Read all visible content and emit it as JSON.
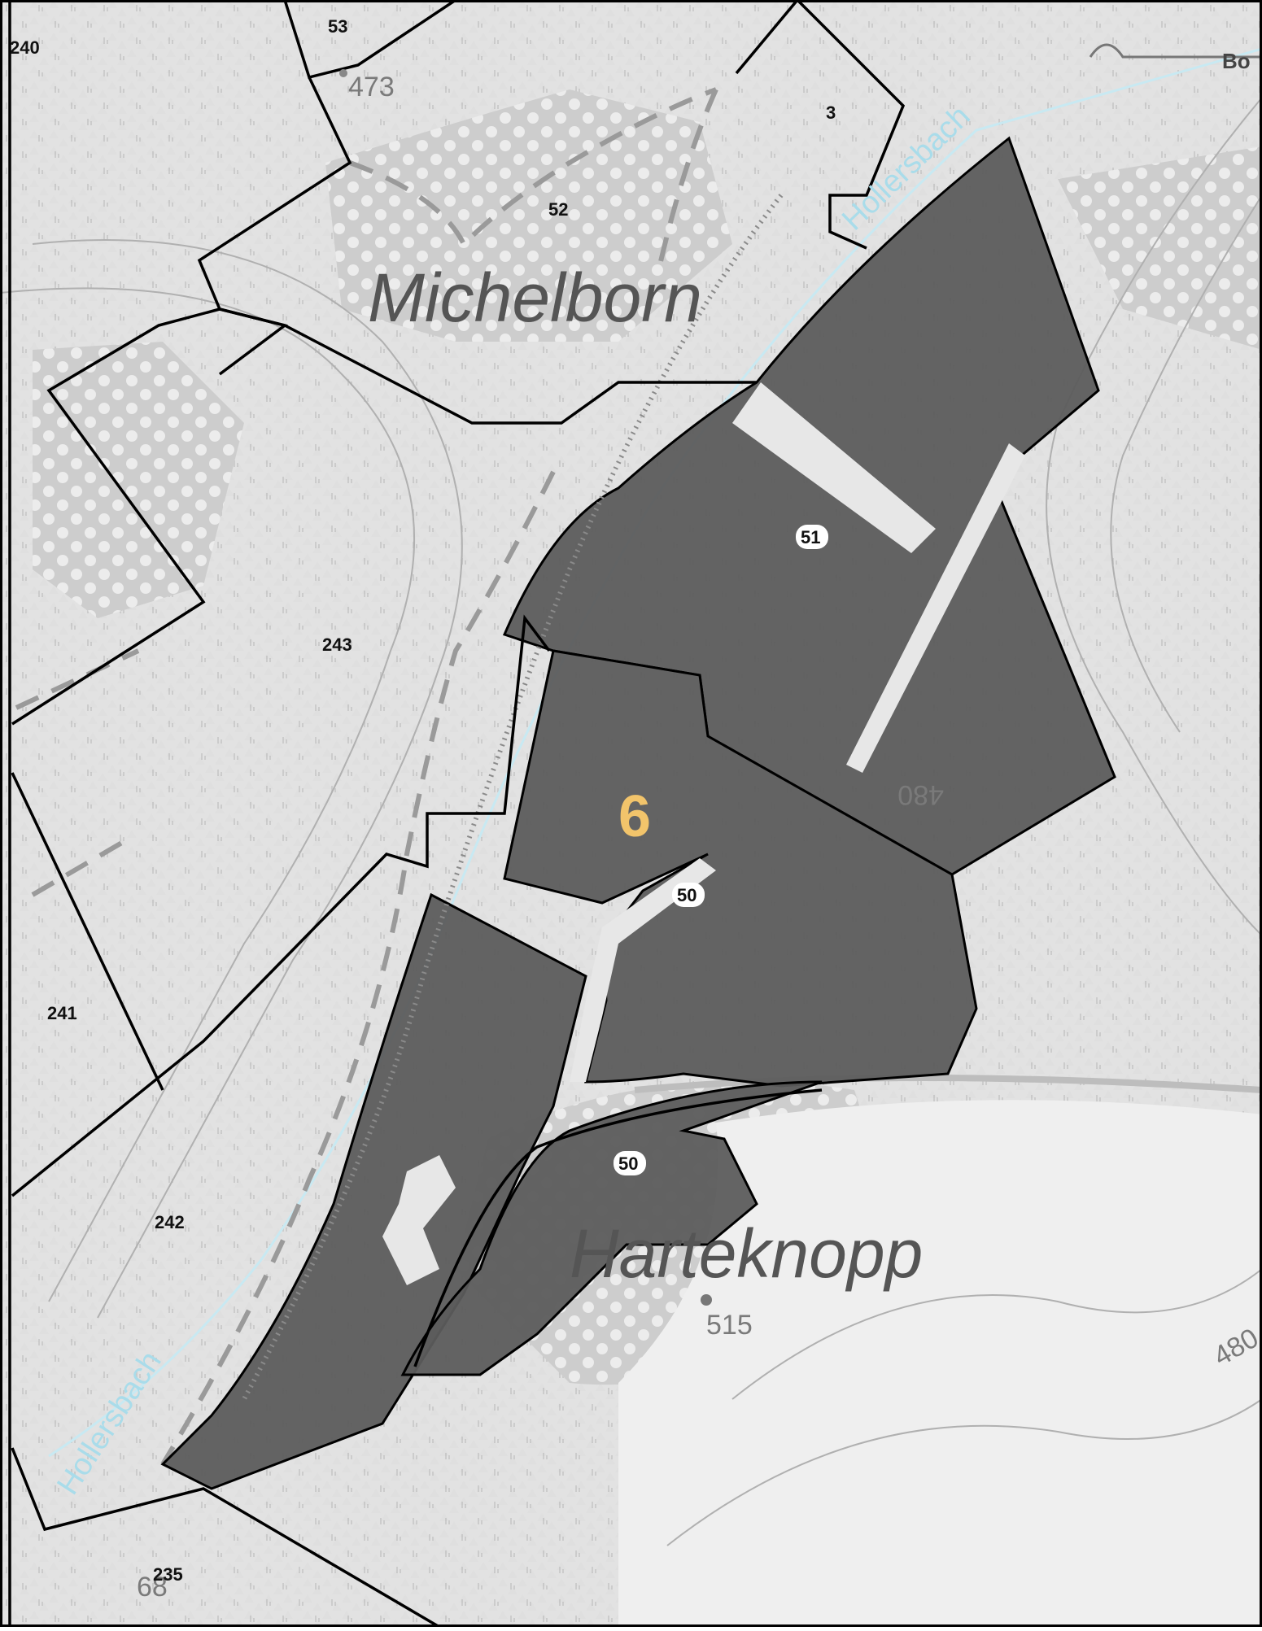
{
  "map": {
    "place_names": {
      "michelborn": "Michelborn",
      "harteknopp": "Harteknopp"
    },
    "streams": {
      "north": "Hollersbach",
      "south": "Hollersbach"
    },
    "road_label": "Bo",
    "area_number": "6",
    "heights": {
      "h473": "473",
      "h515": "515",
      "h480_center": "480",
      "h480_right": "480",
      "h_bottom": "68"
    },
    "parcels": {
      "p240": "240",
      "p53": "53",
      "p3": "3",
      "p52": "52",
      "p243": "243",
      "p51": "51",
      "p50a": "50",
      "p50b": "50",
      "p241": "241",
      "p242": "242",
      "p235": "235"
    },
    "colors": {
      "base": "#d9d9d9",
      "forest": "#e6e6e6",
      "highlight": "#5c5c5c",
      "boundary": "#000000",
      "stream_label": "#a9dcea",
      "area_label": "#f2c46b"
    }
  }
}
